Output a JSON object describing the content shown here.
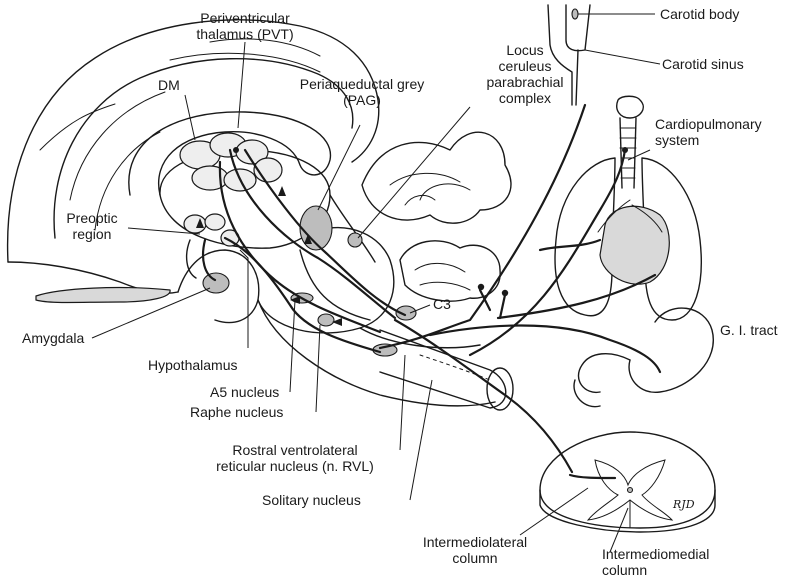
{
  "labels": {
    "carotid_body": "Carotid body",
    "carotid_sinus": "Carotid sinus",
    "pvt_line1": "Periventricular",
    "pvt_line2": "thalamus (PVT)",
    "locus_line1": "Locus",
    "locus_line2": "ceruleus",
    "locus_line3": "parabrachial",
    "locus_line4": "complex",
    "dm": "DM",
    "pag_line1": "Periaqueductal grey",
    "pag_line2": "(PAG)",
    "cardio_line1": "Cardiopulmonary",
    "cardio_line2": "system",
    "preoptic_line1": "Preoptic",
    "preoptic_line2": "region",
    "c3": "C3",
    "gi_tract": "G. I. tract",
    "amygdala": "Amygdala",
    "hypothalamus": "Hypothalamus",
    "a5_nucleus": "A5 nucleus",
    "raphe_nucleus": "Raphe nucleus",
    "rvl_line1": "Rostral ventrolateral",
    "rvl_line2": "reticular nucleus (n. RVL)",
    "solitary_nucleus": "Solitary nucleus",
    "iml_line1": "Intermediolateral",
    "iml_line2": "column",
    "imm_line1": "Intermediomedial",
    "imm_line2": "column",
    "signature": "RJD"
  }
}
